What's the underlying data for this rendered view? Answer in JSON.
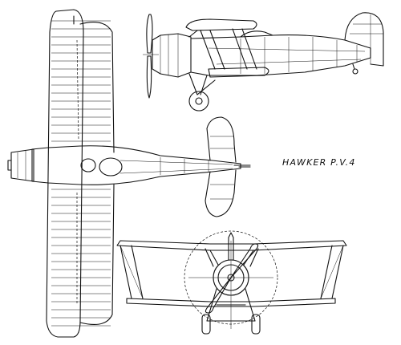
{
  "drawing": {
    "title": "HAWKER P.V.4",
    "views": [
      "plan-view",
      "side-view",
      "front-view"
    ]
  }
}
